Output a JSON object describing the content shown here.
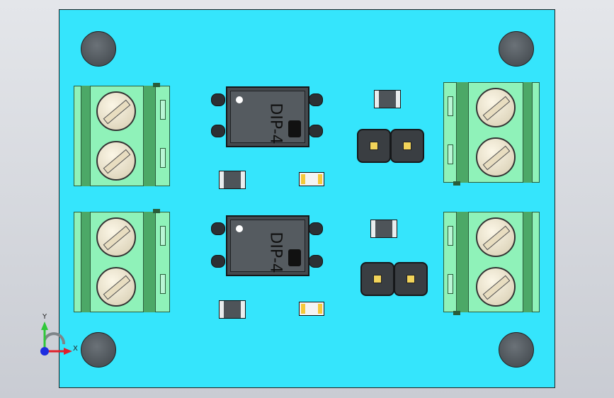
{
  "components": {
    "ic_upper": {
      "label": "DIP-4"
    },
    "ic_lower": {
      "label": "DIP-4"
    }
  },
  "axes": {
    "x": "X",
    "y": "Y"
  },
  "colors": {
    "board": "#35e5fc",
    "terminal_block": "#8ff2b9",
    "terminal_stripe": "#4ca867",
    "screw": "#f3eedc",
    "ic_body": "#454a4e",
    "header_pin": "#f2d45a",
    "led_pad": "#f5c93a",
    "axis_x": "#e0202a",
    "axis_y": "#2fc838",
    "axis_z": "#1e2de0"
  }
}
